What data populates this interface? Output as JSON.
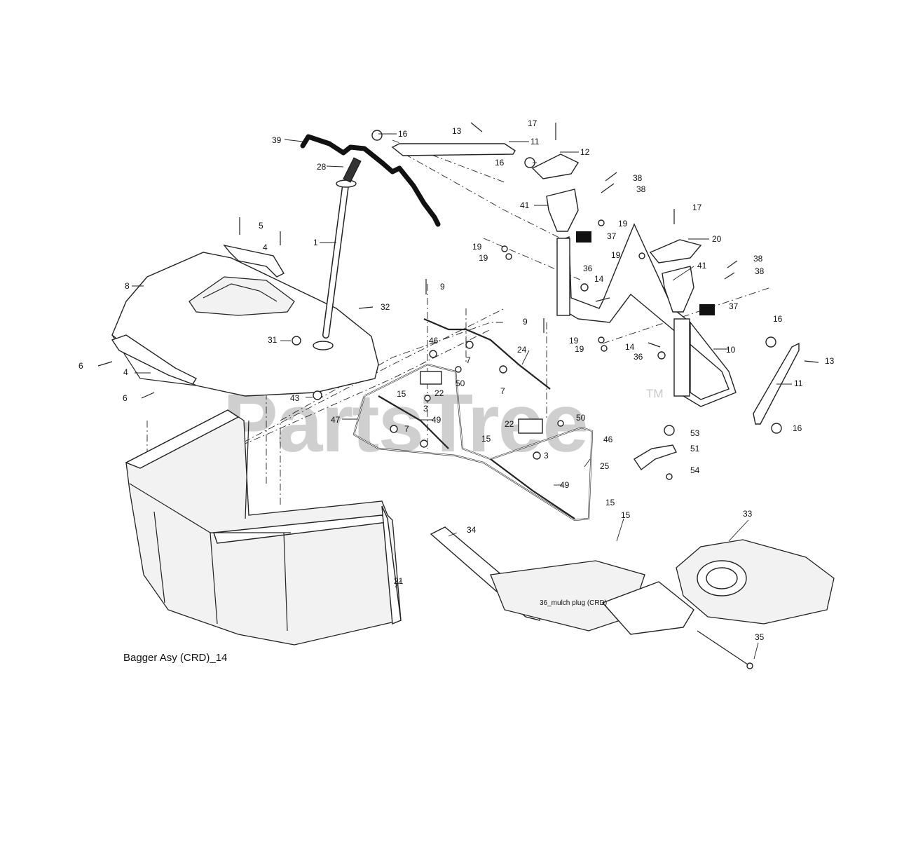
{
  "watermark": {
    "text": "PartsTree",
    "mark": "TM"
  },
  "caption": "Bagger Asy (CRD)_14",
  "mulch_plug_note": "36_mulch plug (CRD)",
  "callouts": [
    "1",
    "3",
    "4",
    "5",
    "6",
    "7",
    "8",
    "9",
    "10",
    "11",
    "12",
    "13",
    "14",
    "15",
    "16",
    "17",
    "19",
    "20",
    "21",
    "22",
    "24",
    "25",
    "28",
    "31",
    "32",
    "33",
    "34",
    "35",
    "36",
    "37",
    "38",
    "39",
    "41",
    "43",
    "46",
    "47",
    "49",
    "50",
    "51",
    "53",
    "54"
  ]
}
